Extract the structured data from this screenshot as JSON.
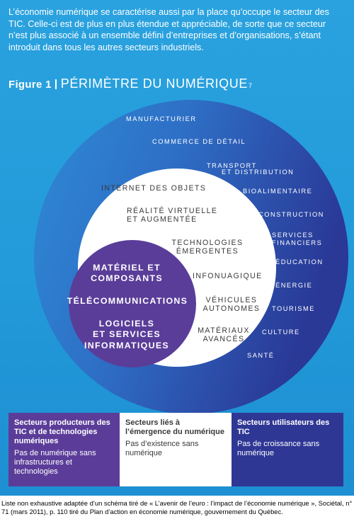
{
  "intro_text": "L’économie numérique se caractérise aussi par la place qu’occupe le secteur des TIC. Celle-ci est de plus en plus étendue et appréciable, de sorte que ce secteur n’est plus associé à un ensemble défini d’entreprises et d’organisations, s’étant introduit dans tous les autres secteurs industriels.",
  "figure": {
    "number": "Figure 1",
    "title": "PÉRIMÈTRE DU NUMÉRIQUE",
    "note_ref": "7"
  },
  "colors": {
    "background": "#239ad9",
    "outer_ring_light": "#2e7fd0",
    "outer_ring_dark": "#2a3896",
    "middle_circle": "#ffffff",
    "inner_circle": "#5a3d99",
    "middle_text": "#3a3a3a"
  },
  "outer_ring": {
    "items": [
      [
        "MANUFACTURIER"
      ],
      [
        "COMMERCE DE DÉTAIL"
      ],
      [
        "TRANSPORT",
        "ET DISTRIBUTION"
      ],
      [
        "BIOALIMENTAIRE"
      ],
      [
        "CONSTRUCTION"
      ],
      [
        "SERVICES",
        "FINANCIERS"
      ],
      [
        "ÉDUCATION"
      ],
      [
        "ÉNERGIE"
      ],
      [
        "TOURISME"
      ],
      [
        "CULTURE"
      ],
      [
        "SANTÉ"
      ]
    ]
  },
  "middle_circle": {
    "items": [
      [
        "INTERNET DES OBJETS"
      ],
      [
        "RÉALITÉ VIRTUELLE",
        "ET AUGMENTÉE"
      ],
      [
        "TECHNOLOGIES",
        "ÉMERGENTES"
      ],
      [
        "INFONUAGIQUE"
      ],
      [
        "VÉHICULES",
        "AUTONOMES"
      ],
      [
        "MATÉRIAUX",
        "AVANCÉS"
      ]
    ]
  },
  "inner_circle": {
    "items": [
      [
        "MATÉRIEL ET",
        "COMPOSANTS"
      ],
      [
        "TÉLÉCOMMUNICATIONS"
      ],
      [
        "LOGICIELS",
        "ET SERVICES",
        "INFORMATIQUES"
      ]
    ]
  },
  "legend": [
    {
      "title": "Secteurs producteurs des TIC et de technologies numériques",
      "desc": "Pas de numérique sans infrastructures et technologies"
    },
    {
      "title": "Secteurs liés à l’émergence du numérique",
      "desc": "Pas d’existence sans numérique"
    },
    {
      "title": "Secteurs utilisateurs des TIC",
      "desc": "Pas de croissance sans numérique"
    }
  ],
  "caption": "Liste non exhaustive adaptée d’un schéma tiré de « L’avenir de l’euro : l’impact de l’économie numérique », Sociétal, n° 71 (mars 2011), p. 110 tiré du Plan d’action en économie numérique, gouvernement du Québec."
}
